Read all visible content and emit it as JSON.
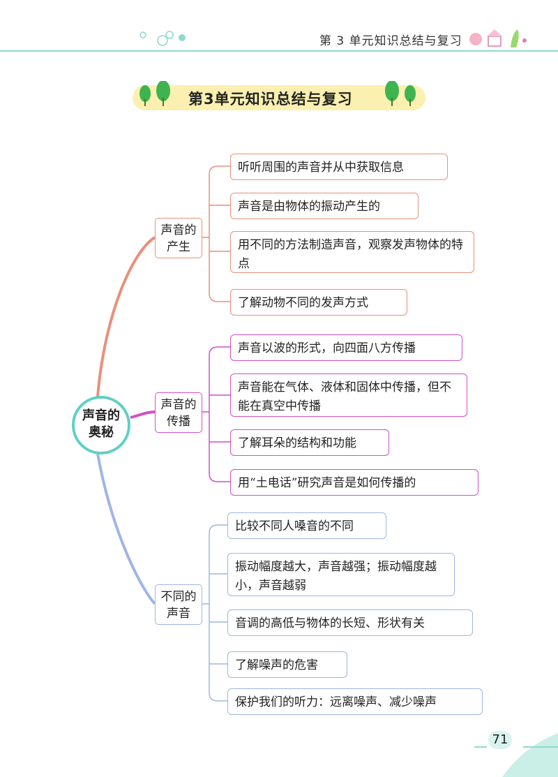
{
  "header": {
    "text": "第 3 单元知识总结与复习"
  },
  "title": "第3单元知识总结与复习",
  "center": {
    "line1": "声音的",
    "line2": "奥秘"
  },
  "branches": [
    {
      "line1": "声音的",
      "line2": "产生",
      "items": [
        "听听周围的声音并从中获取信息",
        "声音是由物体的振动产生的",
        "用不同的方法制造声音，观察发声物体的特点",
        "了解动物不同的发声方式"
      ]
    },
    {
      "line1": "声音的",
      "line2": "传播",
      "items": [
        "声音以波的形式，向四面八方传播",
        "声音能在气体、液体和固体中传播，但不能在真空中传播",
        "了解耳朵的结构和功能",
        "用“土电话”研究声音是如何传播的"
      ]
    },
    {
      "line1": "不同的",
      "line2": "声音",
      "items": [
        "比较不同人嗓音的不同",
        "振动幅度越大，声音越强；振动幅度越小，声音越弱",
        "音调的高低与物体的长短、形状有关",
        "了解噪声的危害",
        "保护我们的听力：远离噪声、减少噪声"
      ]
    }
  ],
  "page_number": "71",
  "colors": {
    "orange": "#e8907a",
    "pink": "#d24fc6",
    "blue": "#9fb5e6",
    "teal": "#5fd0c4",
    "title_band": "#fbf0b0"
  }
}
